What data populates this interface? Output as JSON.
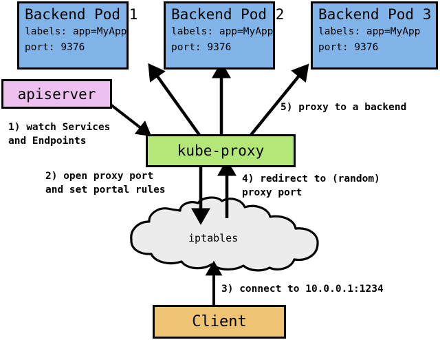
{
  "diagram": {
    "title": "kube-proxy services diagram",
    "colors": {
      "pod": "#81b4e8",
      "apiserver": "#eec0f0",
      "kube_proxy": "#b3e878",
      "client": "#eec474",
      "cloud": "#ececec",
      "stroke": "#000000",
      "background": "#ffffff"
    }
  },
  "pods": [
    {
      "title": "Backend Pod 1",
      "labels_line": "labels: app=MyApp",
      "port_line": "port: 9376"
    },
    {
      "title": "Backend Pod 2",
      "labels_line": "labels: app=MyApp",
      "port_line": "port: 9376"
    },
    {
      "title": "Backend Pod 3",
      "labels_line": "labels: app=MyApp",
      "port_line": "port: 9376"
    }
  ],
  "nodes": {
    "apiserver": {
      "label": "apiserver"
    },
    "kube_proxy": {
      "label": "kube-proxy"
    },
    "iptables": {
      "label": "iptables"
    },
    "client": {
      "label": "Client"
    }
  },
  "edges": [
    {
      "id": "step1",
      "line1": "1) watch Services",
      "line2": "and Endpoints"
    },
    {
      "id": "step2",
      "line1": "2) open proxy port",
      "line2": "and set portal rules"
    },
    {
      "id": "step3",
      "line1": "3) connect to 10.0.0.1:1234",
      "line2": ""
    },
    {
      "id": "step4",
      "line1": "4) redirect to (random)",
      "line2": "proxy port"
    },
    {
      "id": "step5",
      "line1": "5) proxy to a backend",
      "line2": ""
    }
  ]
}
